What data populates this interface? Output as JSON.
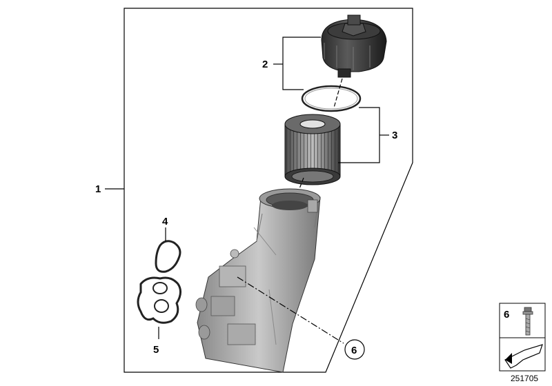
{
  "diagram": {
    "callouts": {
      "c1": "1",
      "c2": "2",
      "c3": "3",
      "c4": "4",
      "c5": "5",
      "c6": "6"
    },
    "legend_box": {
      "item_number": "6"
    },
    "document_number": "251705"
  }
}
